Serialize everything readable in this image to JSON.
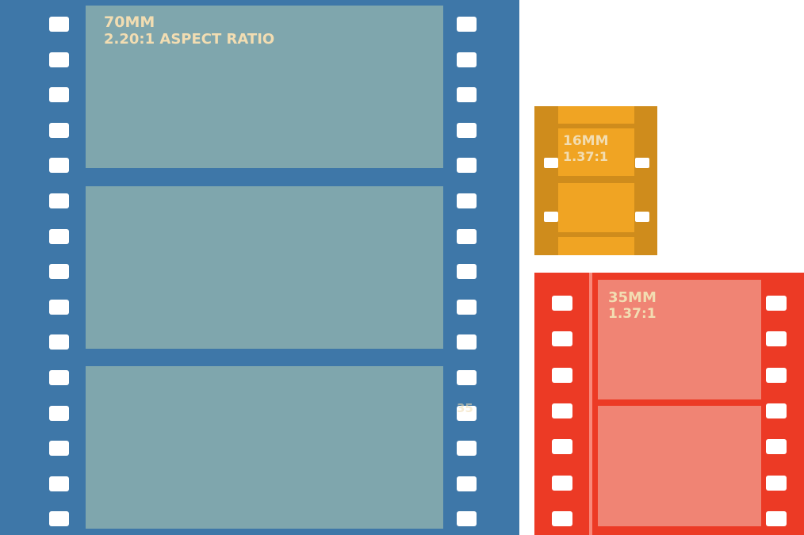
{
  "colors": {
    "strip_70mm": "#3e77a8",
    "frame_70mm": "#7fa6ad",
    "strip_16mm": "#cf8c1c",
    "frame_16mm": "#f0a423",
    "strip_35mm": "#ec3a25",
    "frame_35mm": "#f08474",
    "edge_35mm": "#f8887a",
    "label": "#f2ddb2"
  },
  "formats": [
    {
      "name": "70MM",
      "ratio": "2.20:1 ASPECT RATIO"
    },
    {
      "name": "16MM",
      "ratio": "1.37:1"
    },
    {
      "name": "35MM",
      "ratio": "1.37:1"
    }
  ],
  "ghost_text": "35"
}
